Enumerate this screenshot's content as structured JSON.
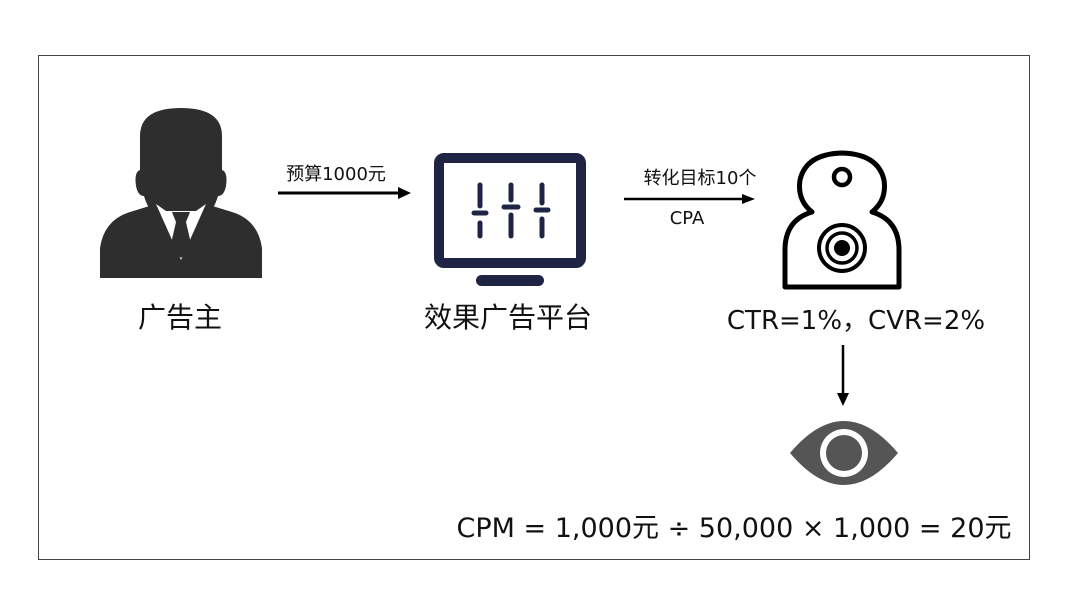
{
  "nodes": {
    "advertiser": {
      "label": "广告主",
      "icon": "advertiser-person-icon"
    },
    "platform": {
      "label": "效果广告平台",
      "icon": "monitor-sliders-icon"
    },
    "target": {
      "label": "CTR=1%，CVR=2%",
      "icon": "shooting-target-icon"
    },
    "impression": {
      "icon": "eye-icon"
    }
  },
  "edges": {
    "budget": {
      "label": "预算1000元"
    },
    "conversion": {
      "label_top": "转化目标10个",
      "label_bottom": "CPA"
    }
  },
  "formula": "CPM = 1,000元 ÷ 50,000 × 1,000 = 20元",
  "colors": {
    "icon_dark": "#2e2e2e",
    "monitor": "#1f2444",
    "eye": "#555555"
  }
}
